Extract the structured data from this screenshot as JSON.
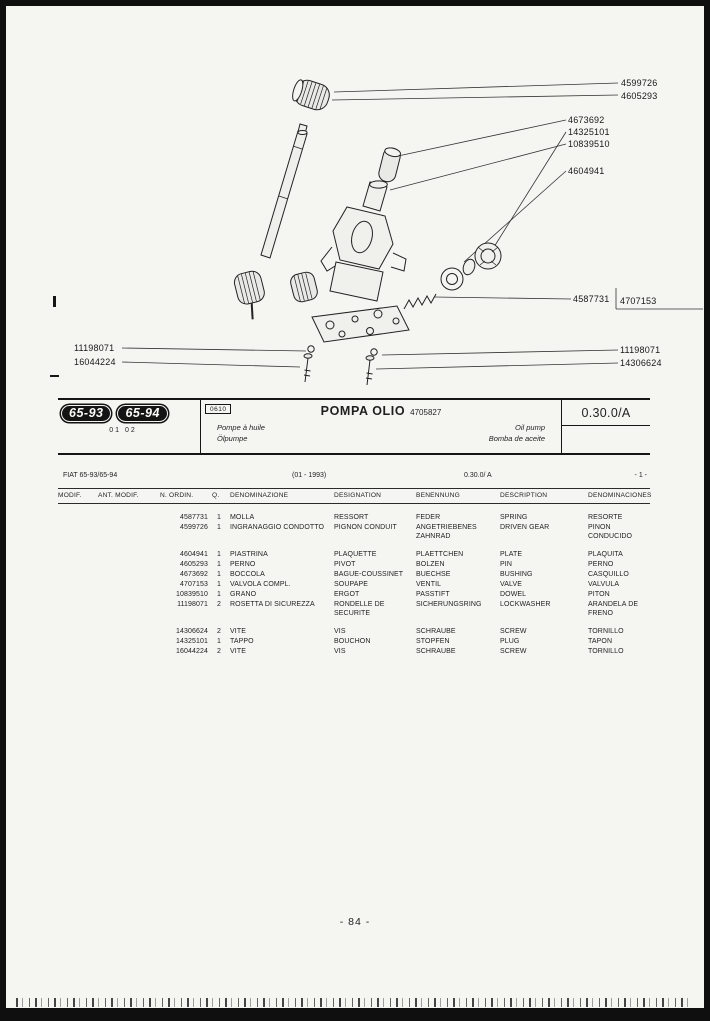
{
  "colors": {
    "ink": "#1f1f1f",
    "paper": "#f5f5f2",
    "frame": "#0f0f0f"
  },
  "diagram": {
    "callouts": [
      {
        "label": "4599726"
      },
      {
        "label": "4605293"
      },
      {
        "label": "4673692"
      },
      {
        "label": "14325101"
      },
      {
        "label": "10839510"
      },
      {
        "label": "4604941"
      },
      {
        "label": "4587731"
      },
      {
        "label": "4707153"
      },
      {
        "label": "11198071"
      },
      {
        "label": "16044224"
      },
      {
        "label": "11198071"
      },
      {
        "label": "14306624"
      }
    ]
  },
  "header": {
    "models": [
      "65-93",
      "65-94"
    ],
    "model_codes": "01 02",
    "figure_code": "0610",
    "title": "POMPA OLIO",
    "title_part_number": "4705827",
    "subtitle_fr": "Pompe à huile",
    "subtitle_de": "Ölpumpe",
    "subtitle_en": "Oil pump",
    "subtitle_es": "Bomba de aceite",
    "section_code": "0.30.0/A"
  },
  "meta": {
    "model_ref": "FIAT 65-93/65-94",
    "date_range": "(01 - 1993)",
    "section_ref": "0.30.0/ A",
    "sheet_ref": "- 1 -"
  },
  "table": {
    "headers": [
      "MODIF.",
      "ANT. MODIF.",
      "N. ORDIN.",
      "Q.",
      "DENOMINAZIONE",
      "DESIGNATION",
      "BENENNUNG",
      "DESCRIPTION",
      "DENOMINACIONES"
    ],
    "groups": [
      {
        "rows": [
          {
            "n": "4587731",
            "q": "1",
            "it": "MOLLA",
            "fr": "RESSORT",
            "de": "FEDER",
            "en": "SPRING",
            "es": "RESORTE"
          },
          {
            "n": "4599726",
            "q": "1",
            "it": "INGRANAGGIO CONDOTTO",
            "fr": "PIGNON CONDUIT",
            "de": "ANGETRIEBENES ZAHNRAD",
            "en": "DRIVEN GEAR",
            "es": "PINON CONDUCIDO"
          }
        ]
      },
      {
        "rows": [
          {
            "n": "4604941",
            "q": "1",
            "it": "PIASTRINA",
            "fr": "PLAQUETTE",
            "de": "PLAETTCHEN",
            "en": "PLATE",
            "es": "PLAQUITA"
          },
          {
            "n": "4605293",
            "q": "1",
            "it": "PERNO",
            "fr": "PIVOT",
            "de": "BOLZEN",
            "en": "PIN",
            "es": "PERNO"
          },
          {
            "n": "4673692",
            "q": "1",
            "it": "BOCCOLA",
            "fr": "BAGUE-COUSSINET",
            "de": "BUECHSE",
            "en": "BUSHING",
            "es": "CASQUILLO"
          },
          {
            "n": "4707153",
            "q": "1",
            "it": "VALVOLA COMPL.",
            "fr": "SOUPAPE",
            "de": "VENTIL",
            "en": "VALVE",
            "es": "VALVULA"
          },
          {
            "n": "10839510",
            "q": "1",
            "it": "GRANO",
            "fr": "ERGOT",
            "de": "PASSTIFT",
            "en": "DOWEL",
            "es": "PITON"
          },
          {
            "n": "11198071",
            "q": "2",
            "it": "ROSETTA DI SICUREZZA",
            "fr": "RONDELLE DE SECURITE",
            "de": "SICHERUNGSRING",
            "en": "LOCKWASHER",
            "es": "ARANDELA DE FRENO"
          }
        ]
      },
      {
        "rows": [
          {
            "n": "14306624",
            "q": "2",
            "it": "VITE",
            "fr": "VIS",
            "de": "SCHRAUBE",
            "en": "SCREW",
            "es": "TORNILLO"
          },
          {
            "n": "14325101",
            "q": "1",
            "it": "TAPPO",
            "fr": "BOUCHON",
            "de": "STOPFEN",
            "en": "PLUG",
            "es": "TAPON"
          },
          {
            "n": "16044224",
            "q": "2",
            "it": "VITE",
            "fr": "VIS",
            "de": "SCHRAUBE",
            "en": "SCREW",
            "es": "TORNILLO"
          }
        ]
      }
    ]
  },
  "footer": {
    "page_number": "- 84 -"
  }
}
